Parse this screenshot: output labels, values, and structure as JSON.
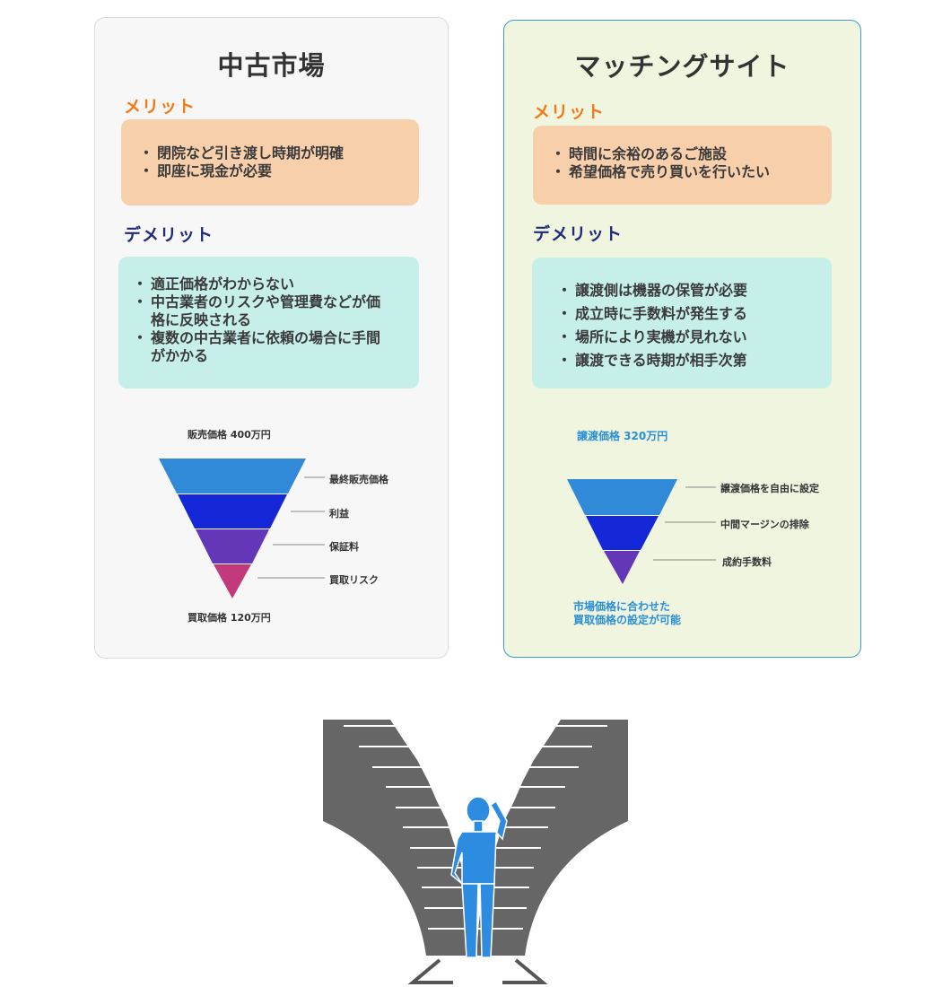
{
  "left_card": {
    "title": "中古市場",
    "merit_label": "メリット",
    "merits": [
      "閉院など引き渡し時期が明確",
      "即座に現金が必要"
    ],
    "demerit_label": "デメリット",
    "demerits": [
      "適正価格がわからない",
      "中古業者のリスクや管理費などが価格に反映される",
      "複数の中古業者に依頼の場合に手間がかかる"
    ],
    "funnel": {
      "top_label": "販売価格 400万円",
      "bottom_label": "買取価格 120万円",
      "layers": [
        {
          "label": "最終販売価格",
          "color": "#318ad8"
        },
        {
          "label": "利益",
          "color": "#1428d8"
        },
        {
          "label": "保証料",
          "color": "#6437b8"
        },
        {
          "label": "買取リスク",
          "color": "#c23a7c"
        }
      ]
    }
  },
  "right_card": {
    "title": "マッチングサイト",
    "merit_label": "メリット",
    "merits": [
      "時間に余裕のあるご施設",
      "希望価格で売り買いを行いたい"
    ],
    "demerit_label": "デメリット",
    "demerits": [
      "譲渡側は機器の保管が必要",
      "成立時に手数料が発生する",
      "場所により実機が見れない",
      "譲渡できる時期が相手次第"
    ],
    "funnel": {
      "top_label": "譲渡価格 320万円",
      "bottom_label_line1": "市場価格に合わせた",
      "bottom_label_line2": "買取価格の設定が可能",
      "layers": [
        {
          "label": "譲渡価格を自由に設定",
          "color": "#318ad8"
        },
        {
          "label": "中間マージンの排除",
          "color": "#1428d8"
        },
        {
          "label": "成約手数料",
          "color": "#6437b8"
        }
      ]
    }
  },
  "illustration": {
    "subject": "person-at-forked-staircase",
    "stair_color": "#666666",
    "person_color": "#2d8be0"
  }
}
